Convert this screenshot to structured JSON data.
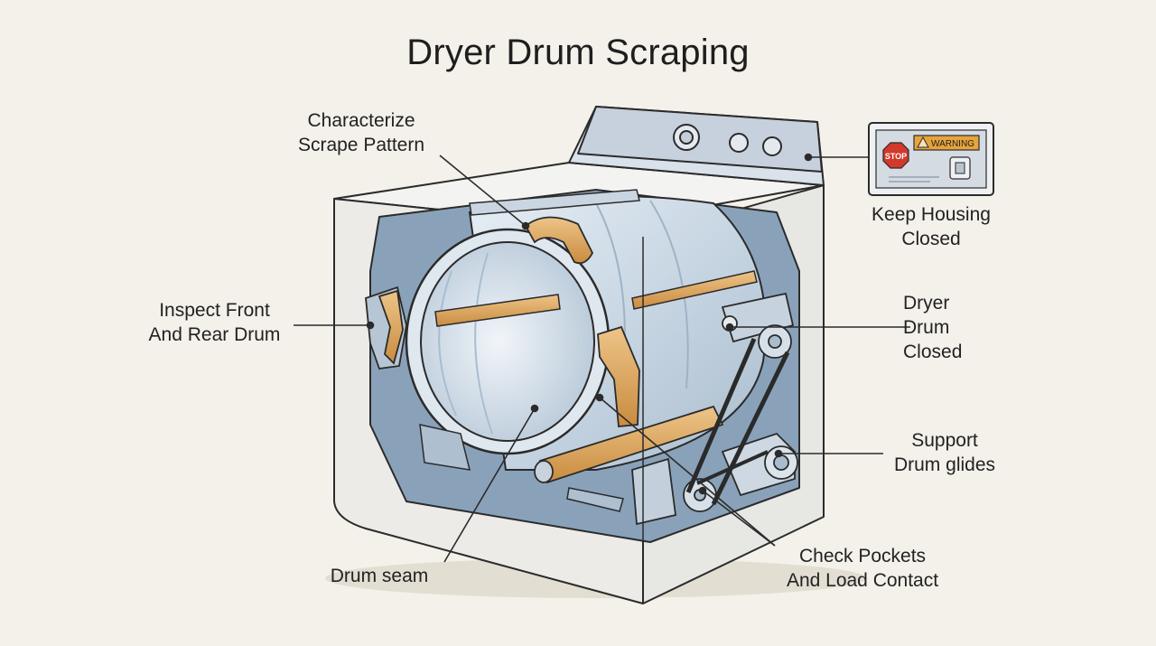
{
  "title": "Dryer Drum Scraping",
  "labels": {
    "characterize": [
      "Characterize",
      "Scrape Pattern"
    ],
    "keep_housing": [
      "Keep Housing",
      "Closed"
    ],
    "inspect": [
      "Inspect Front",
      "And Rear Drum"
    ],
    "dryer_drum": [
      "Dryer",
      "Drum",
      "Closed"
    ],
    "support": [
      "Support",
      "Drum glides"
    ],
    "check": [
      "Check Pockets",
      "And Load Contact"
    ],
    "seam": [
      "Drum seam"
    ]
  },
  "warning_sign": {
    "stop_text": "STOP",
    "warning_text": "WARNING"
  },
  "colors": {
    "background": "#f4f1ea",
    "outline": "#2b2b2b",
    "cabinet": "#eeeeec",
    "drum_blue": "#c5d3e0",
    "cavity_blue": "#7f98b1",
    "glide_orange": "#d9a15a",
    "stop_red": "#d2392b",
    "warning_amber": "#e6a43c"
  }
}
